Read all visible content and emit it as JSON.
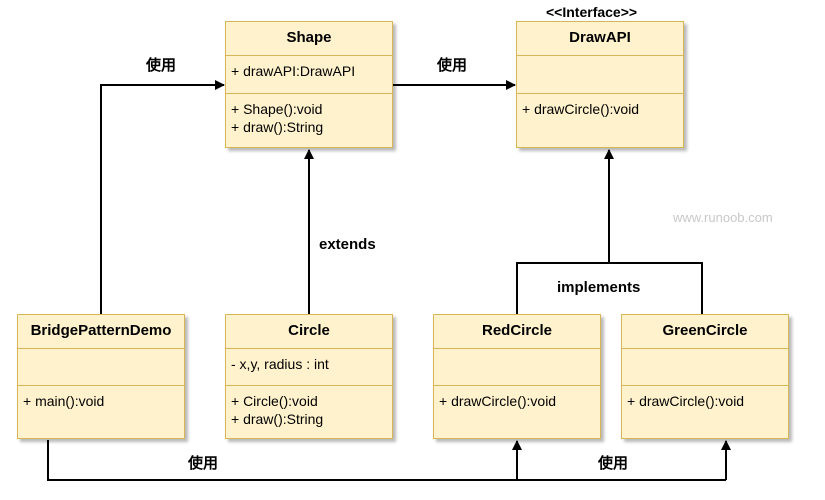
{
  "classes": {
    "shape": {
      "name": "Shape",
      "attributes": [
        "+ drawAPI:DrawAPI"
      ],
      "methods": [
        "+ Shape():void",
        "+ draw():String"
      ]
    },
    "drawapi": {
      "stereotype": "<<Interface>>",
      "name": "DrawAPI",
      "attributes": [],
      "methods": [
        "+ drawCircle():void"
      ]
    },
    "bridge": {
      "name": "BridgePatternDemo",
      "attributes": [],
      "methods": [
        "+ main():void"
      ]
    },
    "circle": {
      "name": "Circle",
      "attributes": [
        "- x,y, radius : int"
      ],
      "methods": [
        "+ Circle():void",
        "+ draw():String"
      ]
    },
    "red": {
      "name": "RedCircle",
      "attributes": [],
      "methods": [
        "+ drawCircle():void"
      ]
    },
    "green": {
      "name": "GreenCircle",
      "attributes": [],
      "methods": [
        "+ drawCircle():void"
      ]
    }
  },
  "edges": {
    "use_label": "使用",
    "extends_label": "extends",
    "implements_label": "implements"
  },
  "watermark": "www.runoob.com",
  "colors": {
    "fill": "#fff2cc",
    "stroke": "#d6b656",
    "line": "#000000"
  }
}
